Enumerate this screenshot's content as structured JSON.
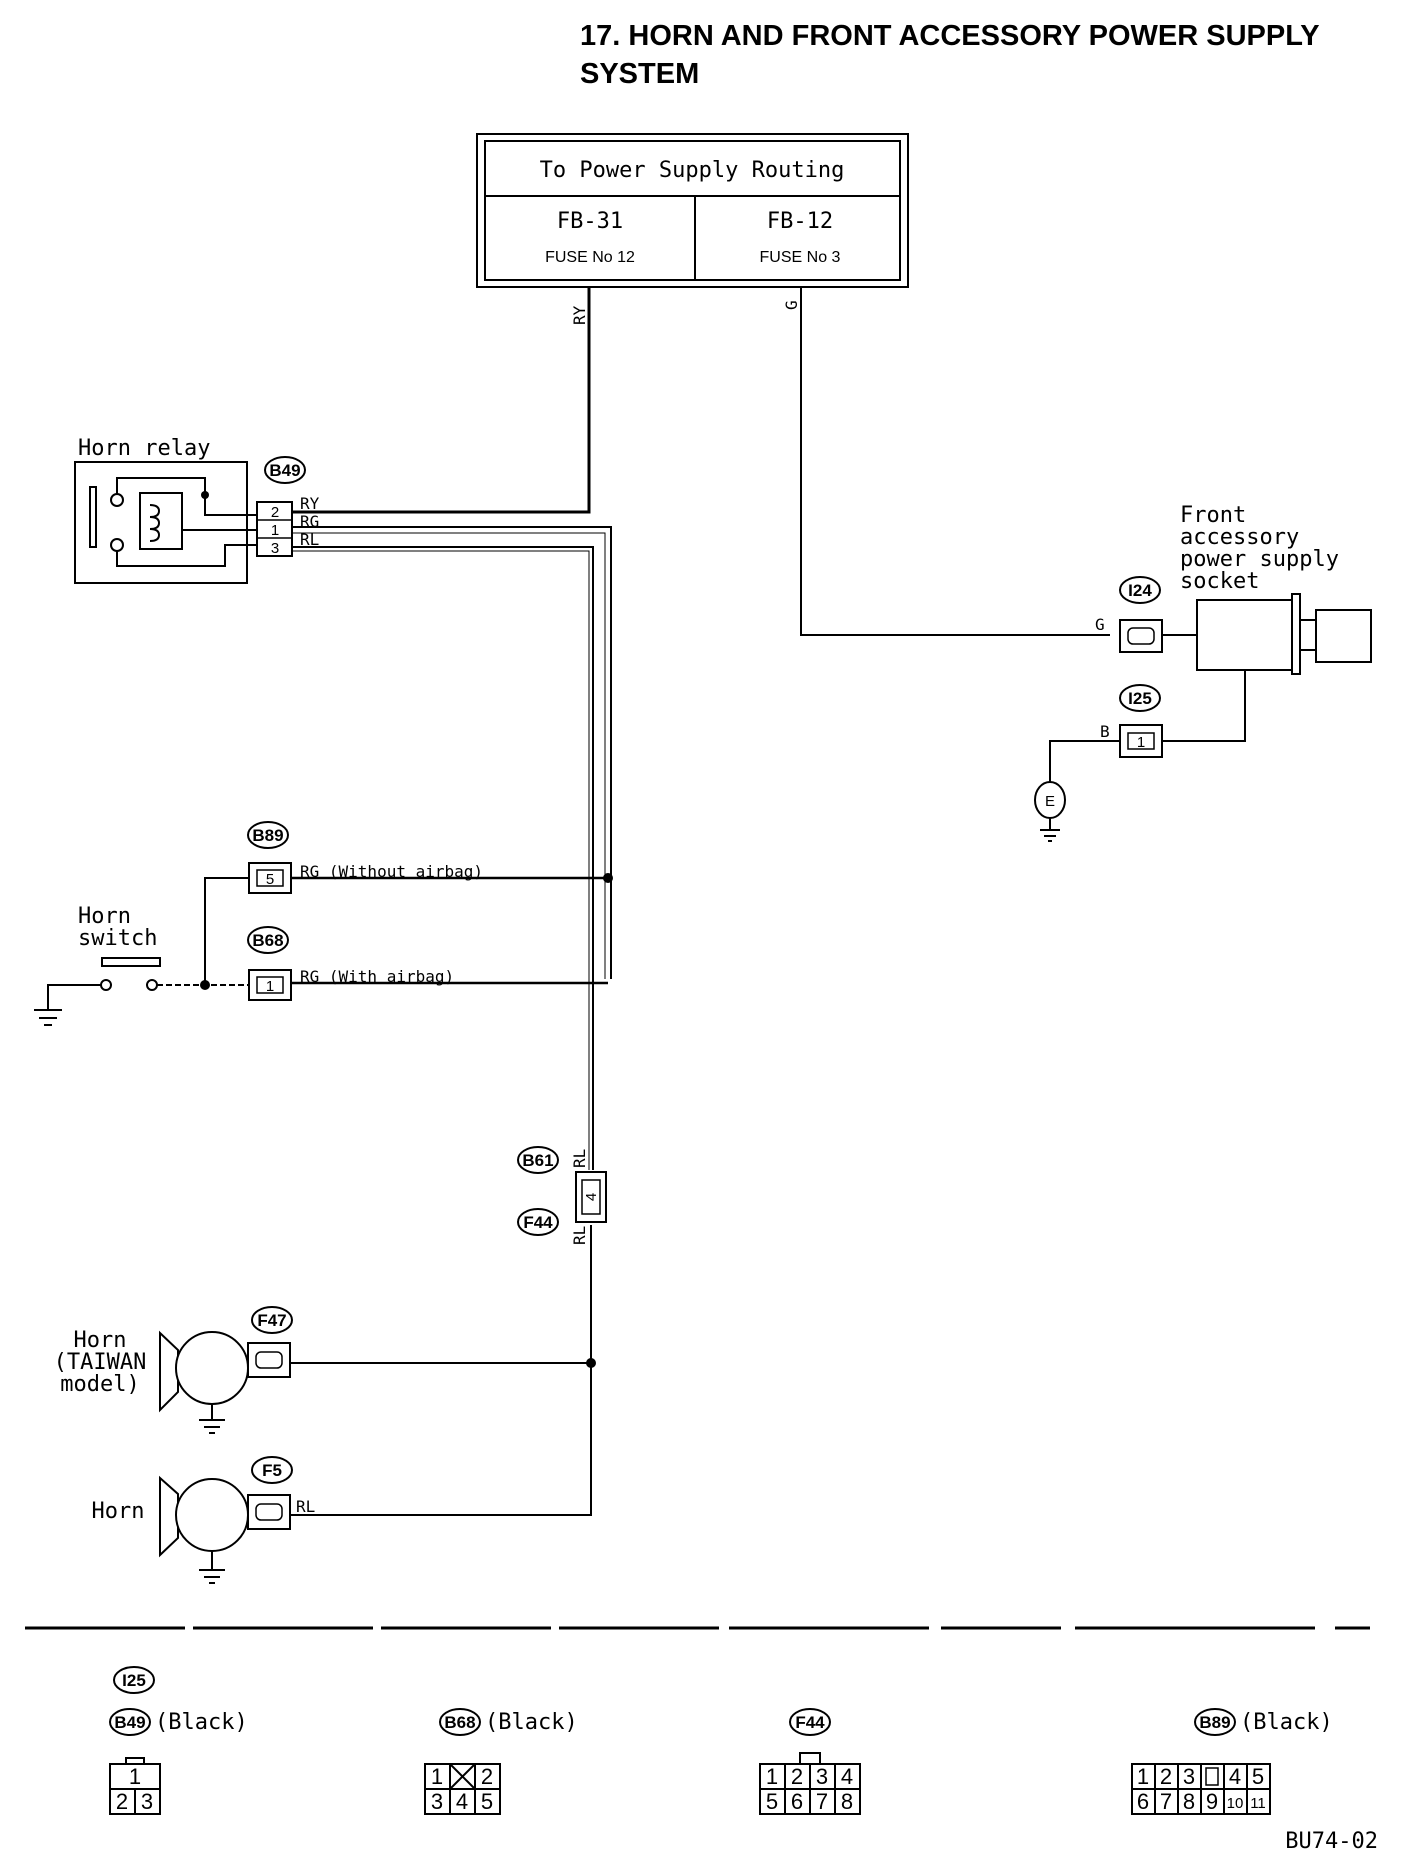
{
  "title": {
    "line1": "17. HORN AND FRONT ACCESSORY POWER SUPPLY",
    "line2": "SYSTEM"
  },
  "power_box": {
    "header": "To Power Supply Routing",
    "left_fb": "FB-31",
    "left_fuse": "FUSE No 12",
    "right_fb": "FB-12",
    "right_fuse": "FUSE No 3"
  },
  "wires": {
    "ry": "RY",
    "g": "G",
    "rg": "RG",
    "rl": "RL",
    "b": "B",
    "rg_without_airbag": "RG (Without airbag)",
    "rg_with_airbag": "RG (With airbag)"
  },
  "components": {
    "horn_relay": "Horn relay",
    "socket_line1": "Front",
    "socket_line2": "accessory",
    "socket_line3": "power supply",
    "socket_line4": "socket",
    "horn_switch_line1": "Horn",
    "horn_switch_line2": "switch",
    "horn_taiwan_line1": "Horn",
    "horn_taiwan_line2": "(TAIWAN",
    "horn_taiwan_line3": "model)",
    "horn": "Horn",
    "ground_e": "E"
  },
  "connectors": {
    "b49": "B49",
    "i24": "I24",
    "i25": "I25",
    "b89": "B89",
    "b68": "B68",
    "b61": "B61",
    "f44": "F44",
    "f47": "F47",
    "f5": "F5"
  },
  "pins": {
    "b49_2": "2",
    "b49_1": "1",
    "b49_3": "3",
    "b89_5": "5",
    "b68_1": "1",
    "b61_4": "4",
    "i25_1": "1"
  },
  "legend": {
    "i25": "I25",
    "b49": "B49",
    "b49_color": "(Black)",
    "b68": "B68",
    "b68_color": "(Black)",
    "f44": "F44",
    "b89": "B89",
    "b89_color": "(Black)",
    "b49_pins": [
      "1",
      "2",
      "3"
    ],
    "b68_pins": [
      "1",
      "2",
      "3",
      "4",
      "5"
    ],
    "f44_pins": [
      "1",
      "2",
      "3",
      "4",
      "5",
      "6",
      "7",
      "8"
    ],
    "b89_pins": [
      "1",
      "2",
      "3",
      "4",
      "5",
      "6",
      "7",
      "8",
      "9",
      "10",
      "11"
    ]
  },
  "code": "BU74-02"
}
